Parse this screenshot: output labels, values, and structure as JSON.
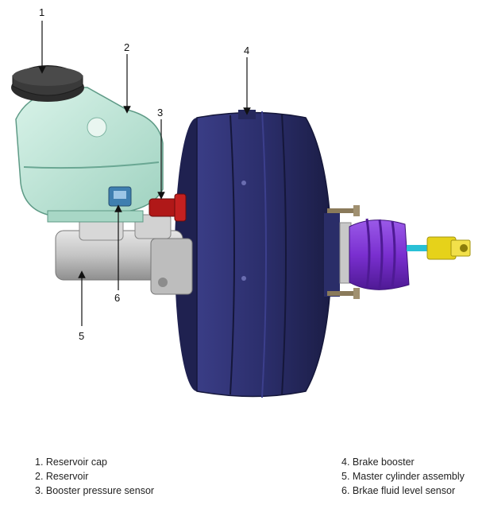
{
  "callouts": [
    "1",
    "2",
    "3",
    "4",
    "5",
    "6"
  ],
  "legend": [
    "1. Reservoir cap",
    "2. Reservoir",
    "3. Booster pressure sensor",
    "4. Brake booster",
    "5. Master cylinder assembly",
    "6. Brkae fluid level sensor"
  ],
  "colors": {
    "booster": "#2b2e6b",
    "reservoir": "#bfe6d7",
    "cap": "#3a3a3a",
    "master_cylinder": "#c8c8c8",
    "pressure_sensor": "#b01818",
    "boot": "#7a2fd0",
    "clevis": "#e6d21a",
    "level_sensor": "#3f7fb0"
  }
}
